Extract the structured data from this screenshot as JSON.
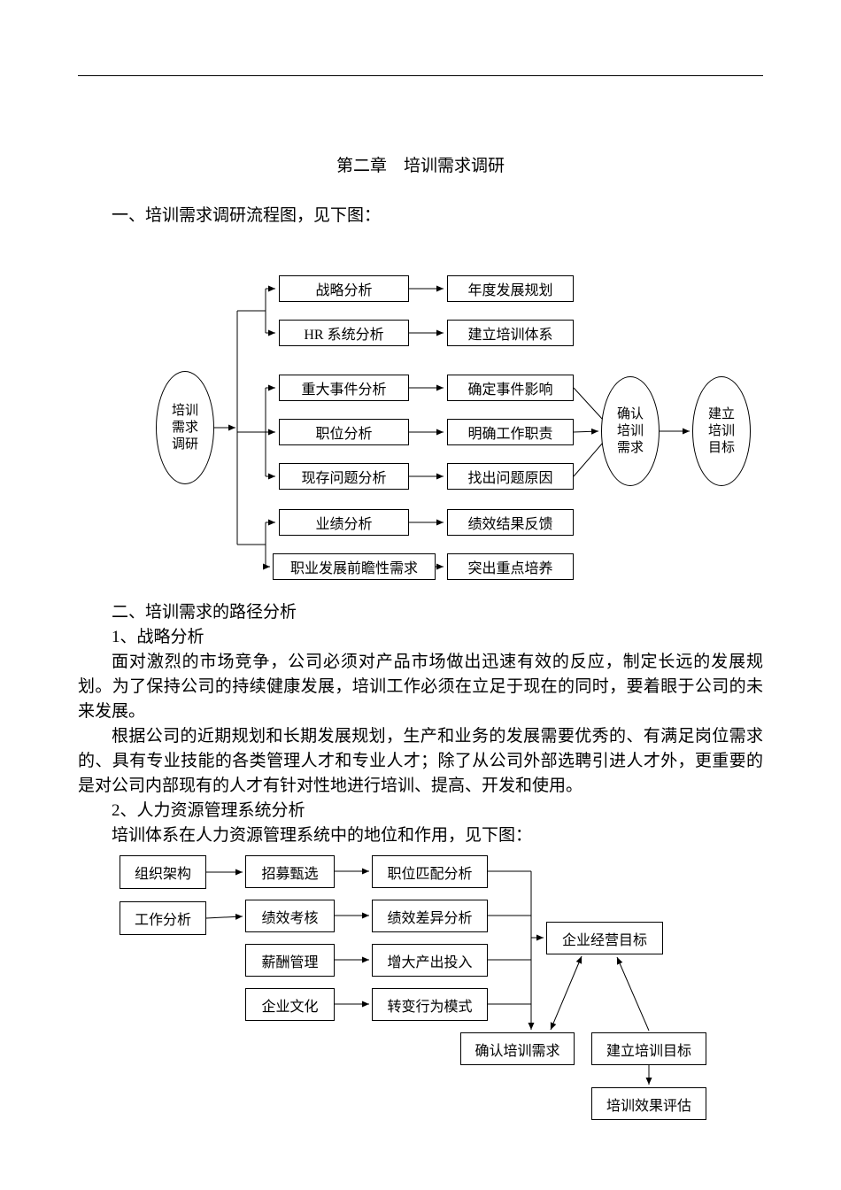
{
  "doc": {
    "title": "第二章　培训需求调研",
    "heading1": "一、培训需求调研流程图，见下图：",
    "heading2": "二、培训需求的路径分析",
    "sub1": "1、战略分析",
    "para1": "面对激烈的市场竞争，公司必须对产品市场做出迅速有效的反应，制定长远的发展规划。为了保持公司的持续健康发展，培训工作必须在立足于现在的同时，要着眼于公司的未来发展。",
    "para2": "根据公司的近期规划和长期发展规划，生产和业务的发展需要优秀的、有满足岗位需求的、具有专业技能的各类管理人才和专业人才；除了从公司外部选聘引进人才外，更重要的是对公司内部现有的人才有针对性地进行培训、提高、开发和使用。",
    "sub2": "2、人力资源管理系统分析",
    "para3": "培训体系在人力资源管理系统中的地位和作用，见下图："
  },
  "fc1": {
    "source": "培训\n需求\n调研",
    "rows": [
      {
        "analysis": "战略分析",
        "result": "年度发展规划"
      },
      {
        "analysis": "HR 系统分析",
        "result": "建立培训体系"
      },
      {
        "analysis": "重大事件分析",
        "result": "确定事件影响"
      },
      {
        "analysis": "职位分析",
        "result": "明确工作职责"
      },
      {
        "analysis": "现存问题分析",
        "result": "找出问题原因"
      },
      {
        "analysis": "业绩分析",
        "result": "绩效结果反馈"
      },
      {
        "analysis": "职业发展前瞻性需求",
        "result": "突出重点培养"
      }
    ],
    "confirm": "确认\n培训\n需求",
    "goal": "建立\n培训\n目标"
  },
  "fc2": {
    "inputs": [
      "组织架构",
      "工作分析"
    ],
    "modules": [
      "招募甄选",
      "绩效考核",
      "薪酬管理",
      "企业文化"
    ],
    "analyses": [
      "职位匹配分析",
      "绩效差异分析",
      "增大产出投入",
      "转变行为模式"
    ],
    "business_goal": "企业经营目标",
    "confirm_needs": "确认培训需求",
    "set_goal": "建立培训目标",
    "evaluation": "培训效果评估"
  }
}
